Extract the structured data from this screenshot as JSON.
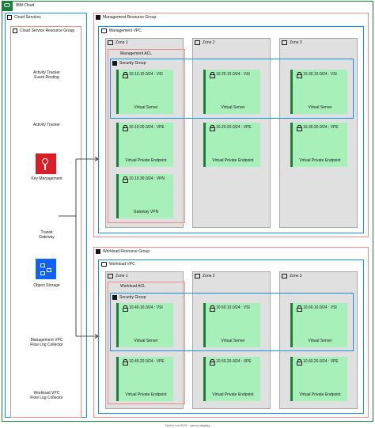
{
  "cloud_title": "IBM Cloud",
  "cloud_services": {
    "title": "Cloud Services",
    "resource_group": "Cloud Service Resource Group",
    "items": [
      {
        "label_line1": "Activity Tracker",
        "label_line2": "Event Routing"
      },
      {
        "label_line1": "Activity Tracker",
        "label_line2": ""
      },
      {
        "label_line1": "Key Management",
        "label_line2": ""
      },
      {
        "label_line1": "Transit",
        "label_line2": "Gateway"
      },
      {
        "label_line1": "Object Storage",
        "label_line2": ""
      },
      {
        "label_line1": "Management VPC",
        "label_line2": "Flow Log Collector"
      },
      {
        "label_line1": "Workload VPC",
        "label_line2": "Flow Log Collector"
      }
    ]
  },
  "management": {
    "resource_group": "Management Resource Group",
    "vpc": "Management VPC",
    "acl": "Management ACL",
    "security_group": "Security Group",
    "zones": [
      "Zone 1",
      "Zone 2",
      "Zone 3"
    ],
    "vsi": [
      {
        "name": "10.10.10.0/24 : VSI",
        "caption": "Virtual Server"
      },
      {
        "name": "10.20.10.0/24 : VSI",
        "caption": "Virtual Server"
      },
      {
        "name": "10.30.10.0/24 : VSI",
        "caption": "Virtual Server"
      }
    ],
    "vpe": [
      {
        "name": "10.10.20.0/24 : VPE",
        "caption": "Virtual Private Endpoint"
      },
      {
        "name": "10.20.20.0/24 : VPE",
        "caption": "Virtual Private Endpoint"
      },
      {
        "name": "10.30.20.0/24 : VPE",
        "caption": "Virtual Private Endpoint"
      }
    ],
    "vpn": {
      "name": "10.10.30.0/24 : VPN",
      "caption": "Gateway VPN"
    }
  },
  "workload": {
    "resource_group": "Workload Resource Group",
    "vpc": "Workload VPC",
    "acl": "Workload ACL",
    "security_group": "Security Group",
    "zones": [
      "Zone 1",
      "Zone 2",
      "Zone 3"
    ],
    "vsi": [
      {
        "name": "10.40.10.0/24 : VSI",
        "caption": "Virtual Server"
      },
      {
        "name": "10.50.10.0/24 : VSI",
        "caption": "Virtual Server"
      },
      {
        "name": "10.60.10.0/24 : VSI",
        "caption": "Virtual Server"
      }
    ],
    "vpe": [
      {
        "name": "10.40.20.0/24 : VPE",
        "caption": "Virtual Private Endpoint"
      },
      {
        "name": "10.50.20.0/24 : VPE",
        "caption": "Virtual Private Endpoint"
      },
      {
        "name": "10.60.20.0/24 : VPE",
        "caption": "Virtual Private Endpoint"
      }
    ]
  },
  "footer": "Text is not SVG - cannot display",
  "colors": {
    "cloud_border": "#198038",
    "resource_group_border": "#f18b8b",
    "vpc_border": "#1192e8",
    "zone_fill": "#e0e0e0",
    "subnet_fill": "#a7f0ba",
    "subnet_accent": "#198038",
    "key_management": "#da1e28",
    "object_storage": "#0f62fe"
  }
}
